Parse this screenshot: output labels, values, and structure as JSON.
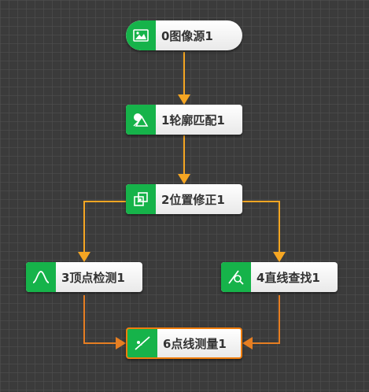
{
  "colors": {
    "node_icon_bg": "#16b34a",
    "arrow_primary": "#f5a623",
    "arrow_secondary": "#e67e22",
    "selected_border": "#f07d0c"
  },
  "nodes": [
    {
      "id": 0,
      "label": "0图像源1",
      "icon": "image-icon"
    },
    {
      "id": 1,
      "label": "1轮廓匹配1",
      "icon": "contour-match-icon"
    },
    {
      "id": 2,
      "label": "2位置修正1",
      "icon": "position-correct-icon"
    },
    {
      "id": 3,
      "label": "3顶点检测1",
      "icon": "peak-curve-icon"
    },
    {
      "id": 4,
      "label": "4直线查找1",
      "icon": "line-find-icon"
    },
    {
      "id": 6,
      "label": "6点线测量1",
      "icon": "point-line-measure-icon"
    }
  ]
}
